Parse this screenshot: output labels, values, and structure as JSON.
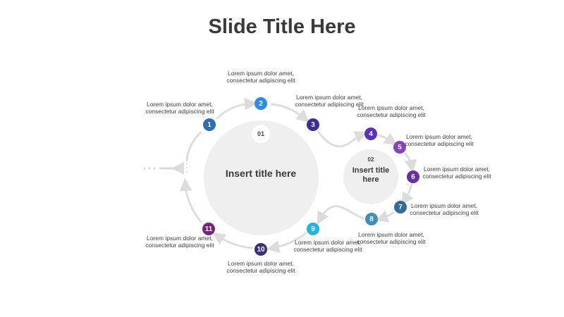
{
  "slide": {
    "title": "Slide Title Here"
  },
  "centers": [
    {
      "number": "01",
      "title": "Insert title here"
    },
    {
      "number": "02",
      "title": "Insert title here"
    }
  ],
  "steps": [
    {
      "number": "1",
      "color": "#2f6db5",
      "text": "Lorem ipsum dolor amet, consectetur adipiscing elit"
    },
    {
      "number": "2",
      "color": "#2e8de3",
      "text": "Lorem ipsum dolor amet, consectetur adipiscing elit"
    },
    {
      "number": "3",
      "color": "#3b2f96",
      "text": "Lorem ipsum dolor amet, consectetur adipiscing elit"
    },
    {
      "number": "4",
      "color": "#5a33b8",
      "text": "Lorem ipsum dolor amet, consectetur adipiscing elit"
    },
    {
      "number": "5",
      "color": "#8a3fc2",
      "text": "Lorem ipsum dolor amet, consectetur adipiscing elit"
    },
    {
      "number": "6",
      "color": "#67309e",
      "text": "Lorem ipsum dolor amet, consectetur adipiscing elit"
    },
    {
      "number": "7",
      "color": "#2e6b9e",
      "text": "Lorem ipsum dolor amet, consectetur adipiscing elit"
    },
    {
      "number": "8",
      "color": "#3f8fb8",
      "text": "Lorem ipsum dolor amet, consectetur adipiscing elit"
    },
    {
      "number": "9",
      "color": "#22b5e0",
      "text": "Lorem ipsum dolor amet, consectetur adipiscing elit"
    },
    {
      "number": "10",
      "color": "#3d2f7d",
      "text": "Lorem ipsum dolor amet, consectetur adipiscing elit"
    },
    {
      "number": "11",
      "color": "#7a2180",
      "text": "Lorem ipsum dolor amet, consectetur adipiscing elit"
    }
  ]
}
